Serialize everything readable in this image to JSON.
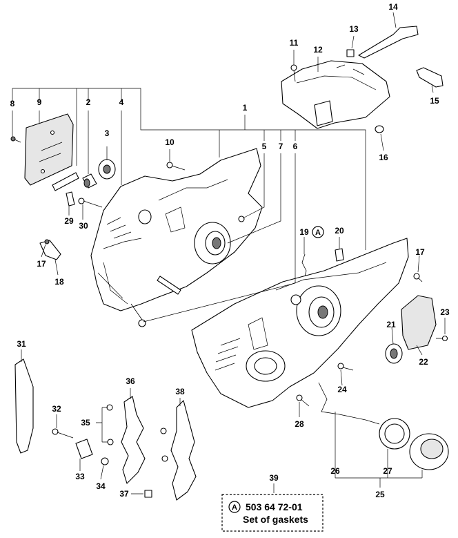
{
  "callouts": {
    "c1": "1",
    "c2": "2",
    "c3": "3",
    "c4": "4",
    "c5": "5",
    "c6": "6",
    "c7": "7",
    "c8": "8",
    "c9": "9",
    "c10": "10",
    "c11": "11",
    "c12": "12",
    "c13": "13",
    "c14": "14",
    "c15": "15",
    "c16": "16",
    "c17a": "17",
    "c17b": "17",
    "c18": "18",
    "c19": "19",
    "c20": "20",
    "c21": "21",
    "c22": "22",
    "c23": "23",
    "c24": "24",
    "c25": "25",
    "c26": "26",
    "c27": "27",
    "c28": "28",
    "c29": "29",
    "c30": "30",
    "c31": "31",
    "c32": "32",
    "c33": "33",
    "c34": "34",
    "c35": "35",
    "c36": "36",
    "c37": "37",
    "c38": "38",
    "c39": "39"
  },
  "marker": {
    "letter": "A"
  },
  "note": {
    "marker": "A",
    "part_number": "503 64 72-01",
    "description": "Set of gaskets"
  }
}
